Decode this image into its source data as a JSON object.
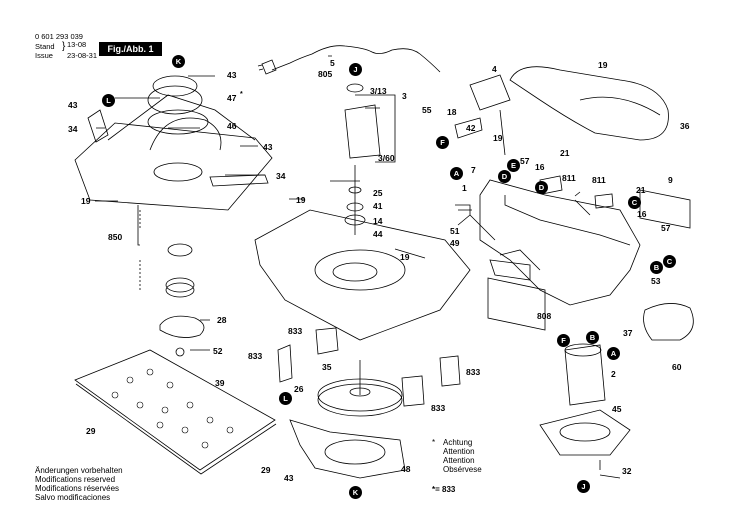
{
  "header": {
    "part_number": "0 601 293 039",
    "stand_label": "Stand",
    "stand_value": "13-08",
    "issue_label": "Issue",
    "issue_value": "23-08-31",
    "fig_label": "Fig./Abb. 1"
  },
  "footer": {
    "lines": [
      "Änderungen vorbehalten",
      "Modifications reserved",
      "Modifications réservées",
      "Salvo modificaciones"
    ]
  },
  "legend": {
    "star": "*",
    "notes": [
      "Achtung",
      "Attention",
      "Attention",
      "Obsérvese"
    ],
    "equation": "*= 833"
  },
  "callouts": {
    "c_5": "5",
    "c_805": "805",
    "c_3_13": "3/13",
    "c_3": "3",
    "c_3_60": "3/60",
    "c_25": "25",
    "c_41": "41",
    "c_14": "14",
    "c_44": "44",
    "c_19a": "19",
    "c_19b": "19",
    "c_19c": "19",
    "c_19d": "19",
    "c_19e": "19",
    "c_43a": "43",
    "c_43b": "43",
    "c_43c": "43",
    "c_43d": "43",
    "c_47": "47",
    "c_47star": "*",
    "c_46": "46",
    "c_34a": "34",
    "c_34b": "34",
    "c_850": "850",
    "c_28": "28",
    "c_52": "52",
    "c_39": "39",
    "c_29a": "29",
    "c_29b": "29",
    "c_833a": "833",
    "c_833b": "833",
    "c_833c": "833",
    "c_833d": "833",
    "c_26": "26",
    "c_35": "35",
    "c_36": "36",
    "c_48": "48",
    "c_4": "4",
    "c_55": "55",
    "c_18": "18",
    "c_42": "42",
    "c_57a": "57",
    "c_57b": "57",
    "c_7": "7",
    "c_16a": "16",
    "c_16b": "16",
    "c_21a": "21",
    "c_21b": "21",
    "c_811a": "811",
    "c_811b": "811",
    "c_1": "1",
    "c_9": "9",
    "c_51": "51",
    "c_49": "49",
    "c_808": "808",
    "c_53": "53",
    "c_37": "37",
    "c_60": "60",
    "c_2": "2",
    "c_45": "45",
    "c_32": "32"
  },
  "markers": {
    "K1": "K",
    "K2": "K",
    "J1": "J",
    "J2": "J",
    "L1": "L",
    "L2": "L",
    "F1": "F",
    "F2": "F",
    "A1": "A",
    "A2": "A",
    "D1": "D",
    "D2": "D",
    "E1": "E",
    "C1": "C",
    "C2": "C",
    "B1": "B",
    "B2": "B"
  }
}
